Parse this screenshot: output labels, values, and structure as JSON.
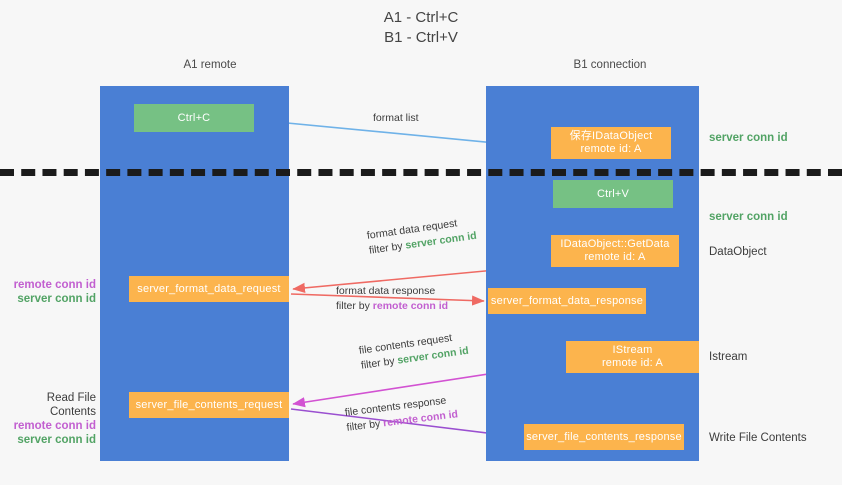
{
  "title": "A1 - Ctrl+C\nB1 - Ctrl+V",
  "columns": {
    "a1": {
      "name": "A1",
      "sub": "remote",
      "label": "A1\nremote"
    },
    "b1": {
      "name": "B1",
      "sub": "connection",
      "label": "B1\nconnection"
    }
  },
  "boxes": {
    "ctrl_c": {
      "label": "Ctrl+C",
      "color": "#76c184"
    },
    "save_idataobject": {
      "label": "保存IDataObject\nremote id: A",
      "color": "#fcb44d"
    },
    "ctrl_v": {
      "label": "Ctrl+V",
      "color": "#76c184"
    },
    "getdata": {
      "label": "IDataObject::GetData\nremote id: A",
      "color": "#fcb44d"
    },
    "server_format_data_request": {
      "label": "server_format_data_request",
      "color": "#fcb44d"
    },
    "server_format_data_response": {
      "label": "server_format_data_response",
      "color": "#fcb44d"
    },
    "istream": {
      "label": "IStream\nremote id: A",
      "color": "#fcb44d"
    },
    "server_file_contents_request": {
      "label": "server_file_contents_request",
      "color": "#fcb44d"
    },
    "server_file_contents_response": {
      "label": "server_file_contents_response",
      "color": "#fcb44d"
    }
  },
  "flows": {
    "format_list": {
      "label": "format list"
    },
    "format_data_request": {
      "line1": "format data request",
      "filter_prefix": "filter by ",
      "filter_id": "server conn id"
    },
    "format_data_response": {
      "line1": "format data response",
      "filter_prefix": "filter by ",
      "filter_id": "remote conn id"
    },
    "file_contents_request": {
      "line1": "file contents request",
      "filter_prefix": "filter by ",
      "filter_id": "server conn id"
    },
    "file_contents_response": {
      "line1": "file contents response",
      "filter_prefix": "filter by ",
      "filter_id": "remote conn id"
    }
  },
  "annotations": {
    "server_conn_top": "server conn id",
    "server_conn_mid": "server conn id",
    "dataobject": "DataObject",
    "istream": "Istream",
    "write_file_contents": "Write File Contents",
    "read_file_contents": "Read File Contents",
    "left_ids_1": {
      "remote": "remote conn id",
      "server": "server conn id"
    },
    "left_ids_2": {
      "remote": "remote conn id",
      "server": "server conn id"
    }
  },
  "colors": {
    "lane": "#4a7fd4",
    "green_box": "#76c184",
    "orange_box": "#fcb44d",
    "green_text": "#52a365",
    "purple_text": "#c25fd0",
    "arrow_blue": "#6fb2e8",
    "arrow_red": "#ef6a63",
    "arrow_magenta": "#d252d2",
    "arrow_purple": "#9a4fd0",
    "arrow_black": "#111111",
    "divider": "#1b1b1b",
    "background": "#f7f7f7"
  }
}
